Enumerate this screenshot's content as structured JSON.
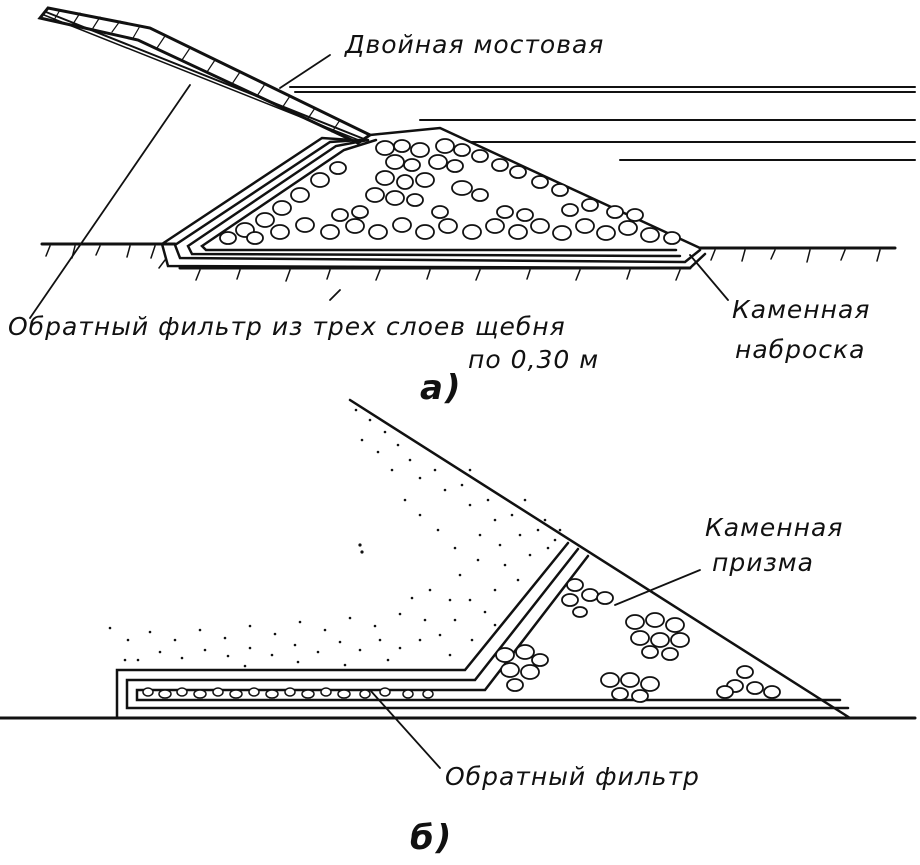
{
  "figure_a": {
    "label_double_paving": "Двойная мостовая",
    "label_reverse_filter_line1": "Обратный фильтр из трех слоев щебня",
    "label_reverse_filter_line2": "по 0,30 м",
    "label_rock_fill_line1": "Каменная",
    "label_rock_fill_line2": "наброска",
    "caption": "а)"
  },
  "figure_b": {
    "label_stone_prism_line1": "Каменная",
    "label_stone_prism_line2": "призма",
    "label_reverse_filter": "Обратный фильтр",
    "caption": "б)"
  },
  "colors": {
    "ink": "#111111",
    "paper": "#ffffff"
  }
}
